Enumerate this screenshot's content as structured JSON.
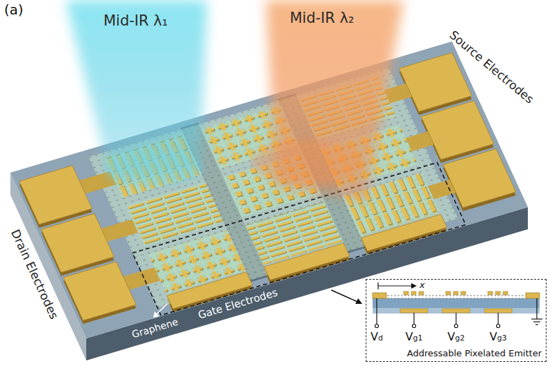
{
  "diagram": {
    "nodes": [
      {
        "text": [
          "Addressable Pixelated Emitter"
        ]
      }
    ],
    "labels": [
      "(a)",
      "Mid-IR λ₁",
      "Mid-IR λ₂",
      "Source Electrodes",
      "Drain Electrodes",
      "Graphene",
      "Gate Electrodes",
      "x",
      "Vd",
      "Vg1",
      "Vg2",
      "Vg3"
    ]
  }
}
